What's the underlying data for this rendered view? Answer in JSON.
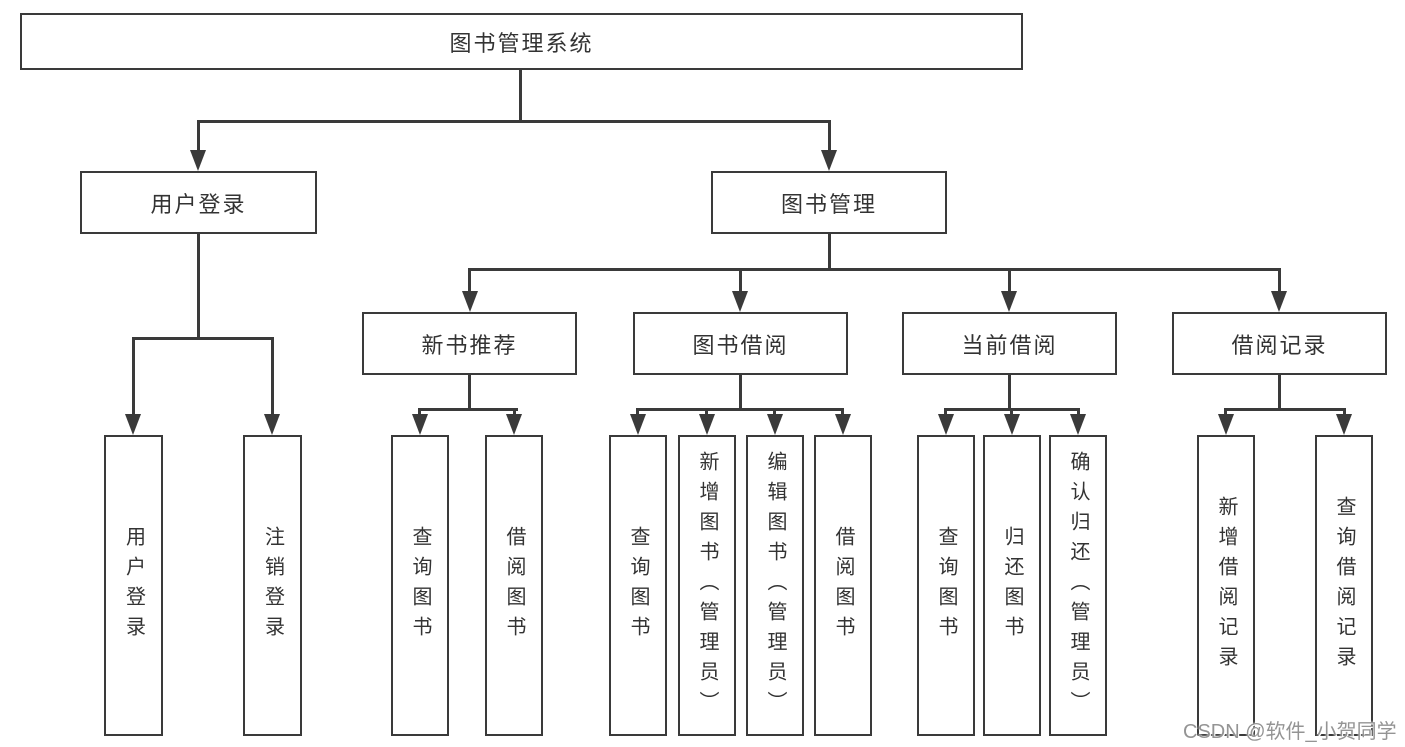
{
  "diagram": {
    "root": {
      "label": "图书管理系统"
    },
    "level2": [
      {
        "label": "用户登录"
      },
      {
        "label": "图书管理"
      }
    ],
    "level3": [
      {
        "label": "新书推荐"
      },
      {
        "label": "图书借阅"
      },
      {
        "label": "当前借阅"
      },
      {
        "label": "借阅记录"
      }
    ],
    "leaves": [
      {
        "label": "用户登录",
        "parent": "用户登录"
      },
      {
        "label": "注销登录",
        "parent": "用户登录"
      },
      {
        "label": "查询图书",
        "parent": "新书推荐"
      },
      {
        "label": "借阅图书",
        "parent": "新书推荐"
      },
      {
        "label": "查询图书",
        "parent": "图书借阅"
      },
      {
        "label": "新增图书（管理员）",
        "parent": "图书借阅"
      },
      {
        "label": "编辑图书（管理员）",
        "parent": "图书借阅"
      },
      {
        "label": "借阅图书",
        "parent": "图书借阅"
      },
      {
        "label": "查询图书",
        "parent": "当前借阅"
      },
      {
        "label": "归还图书",
        "parent": "当前借阅"
      },
      {
        "label": "确认归还（管理员）",
        "parent": "当前借阅"
      },
      {
        "label": "新增借阅记录",
        "parent": "借阅记录"
      },
      {
        "label": "查询借阅记录",
        "parent": "借阅记录"
      }
    ]
  },
  "watermark": {
    "text": "CSDN @软件_小贺同学"
  },
  "colors": {
    "line": "#3a3a3a",
    "text": "#333333",
    "background": "#ffffff",
    "watermark": "#949494"
  }
}
